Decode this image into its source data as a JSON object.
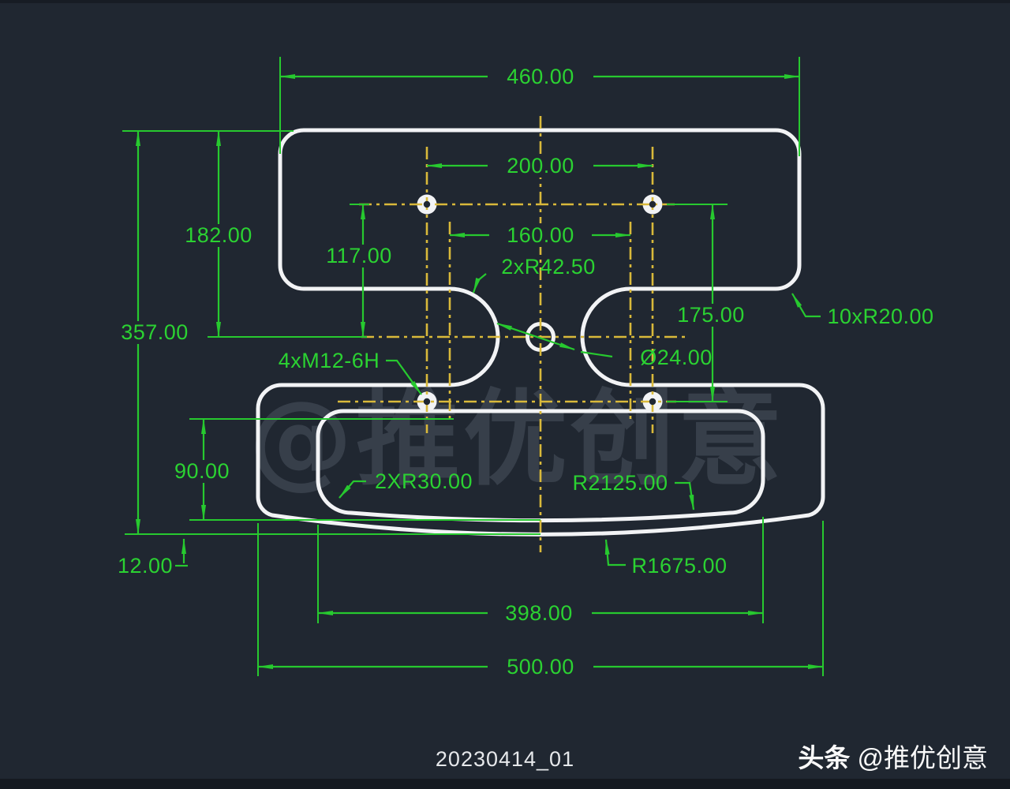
{
  "drawing": {
    "title": "20230414_01",
    "byline_bold": "头条",
    "byline_rest": " @推优创意",
    "watermark": "@推优创意",
    "colors": {
      "background": "#202731",
      "dimension_green": "#27c92f",
      "centerline_yellow": "#d9b93a",
      "outline_white": "#f2f3f5"
    },
    "dims": {
      "top_width": "460.00",
      "hole_spacing_x": "200.00",
      "waist_center_spacing": "160.00",
      "top_to_center": "182.00",
      "holes_to_center": "117.00",
      "overall_height": "357.00",
      "hole_rows_spacing": "175.00",
      "waist_radius": "2xR42.50",
      "outer_corner_radius": "10xR20.00",
      "tapped_holes": "4xM12-6H",
      "center_hole_dia": "Ø24.00",
      "slot_height": "90.00",
      "slot_corner_radius": "2XR30.00",
      "slot_bottom_radius": "R2125.00",
      "bottom_edge_offset": "12.00",
      "bottom_edge_radius": "R1675.00",
      "slot_width": "398.00",
      "bottom_width": "500.00"
    }
  }
}
